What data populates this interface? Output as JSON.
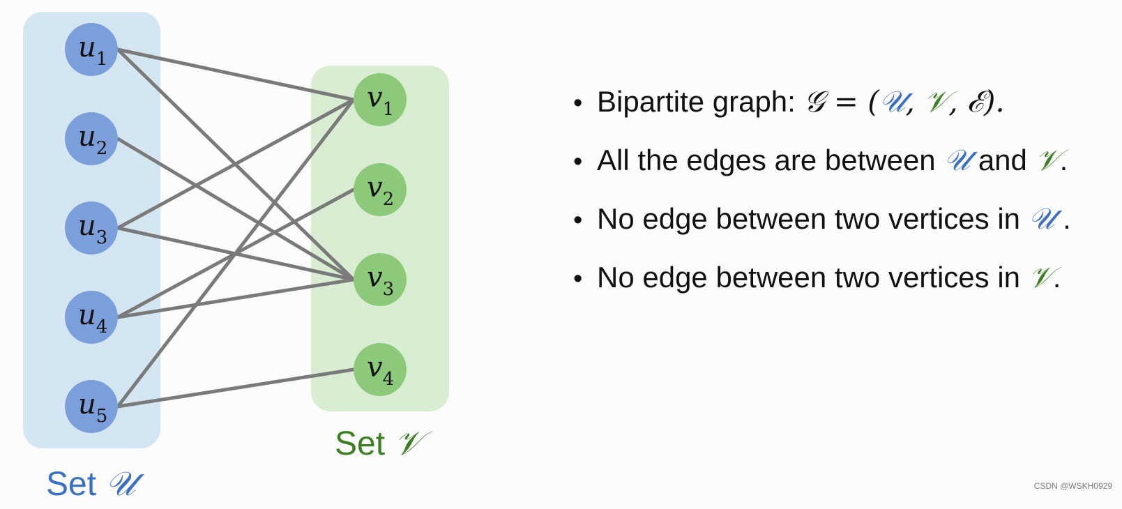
{
  "set_u": {
    "label": "Set ",
    "symbol": "𝒰",
    "color": "#3a70c4",
    "fill": "#d5e6f3",
    "node_color": "#7b9fdb",
    "nodes": [
      {
        "id": "u1",
        "letter": "u",
        "sub": "1"
      },
      {
        "id": "u2",
        "letter": "u",
        "sub": "2"
      },
      {
        "id": "u3",
        "letter": "u",
        "sub": "3"
      },
      {
        "id": "u4",
        "letter": "u",
        "sub": "4"
      },
      {
        "id": "u5",
        "letter": "u",
        "sub": "5"
      }
    ]
  },
  "set_v": {
    "label": "Set ",
    "symbol": "𝒱",
    "color": "#3c7e22",
    "fill": "#d9edd2",
    "node_color": "#8dc97a",
    "nodes": [
      {
        "id": "v1",
        "letter": "v",
        "sub": "1"
      },
      {
        "id": "v2",
        "letter": "v",
        "sub": "2"
      },
      {
        "id": "v3",
        "letter": "v",
        "sub": "3"
      },
      {
        "id": "v4",
        "letter": "v",
        "sub": "4"
      }
    ]
  },
  "edges": [
    [
      "u1",
      "v1"
    ],
    [
      "u1",
      "v3"
    ],
    [
      "u2",
      "v3"
    ],
    [
      "u3",
      "v1"
    ],
    [
      "u3",
      "v3"
    ],
    [
      "u4",
      "v2"
    ],
    [
      "u4",
      "v3"
    ],
    [
      "u5",
      "v1"
    ],
    [
      "u5",
      "v4"
    ]
  ],
  "edge_color": "#7a7a7a",
  "bullets": {
    "b1": {
      "text": "Bipartite graph:   ",
      "math_g": "𝒢 = (",
      "math_u": "𝒰",
      "sep1": ", ",
      "math_v": "𝒱",
      "sep2": ", ",
      "math_e": "ℰ",
      "tail": ")."
    },
    "b2": {
      "text": "All the edges are between ",
      "math_u": "𝒰",
      "mid": " and ",
      "math_v": "𝒱",
      "tail": "."
    },
    "b3": {
      "text": "No edge between two vertices in ",
      "math_u": "𝒰",
      "tail": " ."
    },
    "b4": {
      "text": "No edge between two vertices in ",
      "math_v": "𝒱",
      "tail": "."
    }
  },
  "watermark": "CSDN @WSKH0929"
}
